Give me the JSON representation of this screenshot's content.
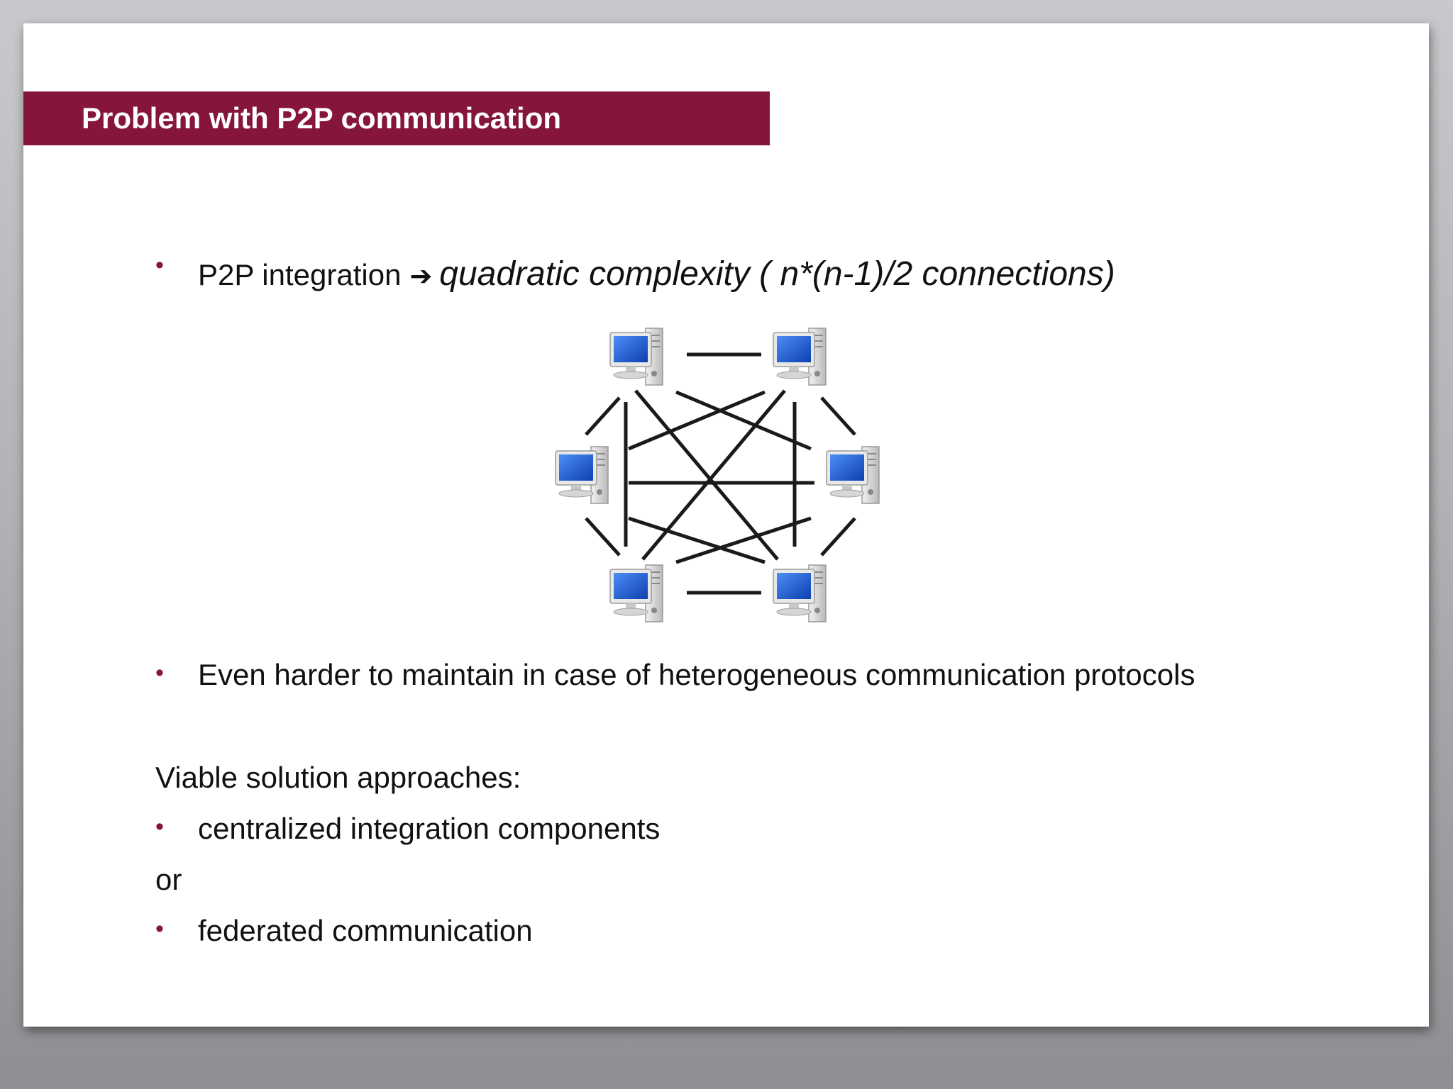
{
  "slide": {
    "title": "Problem with P2P communication",
    "bullet_1": {
      "lead": "P2P integration",
      "arrow_icon": "right-arrow-icon",
      "emphasis": "quadratic complexity ( n*(n-1)/2 connections)"
    },
    "bullet_2": "Even harder to maintain in case of heterogeneous communication protocols",
    "solutions_heading": "Viable solution approaches:",
    "bullet_3": "centralized integration components",
    "connector": "or",
    "bullet_4": "federated communication",
    "bullet_glyph": "•"
  },
  "diagram": {
    "node_icon": "computer-icon",
    "node_count": 6,
    "topology": "full mesh"
  },
  "colors": {
    "accent": "#86153b",
    "text": "#111111",
    "background": "#ffffff",
    "monitor_screen": "#1f5fd6"
  }
}
